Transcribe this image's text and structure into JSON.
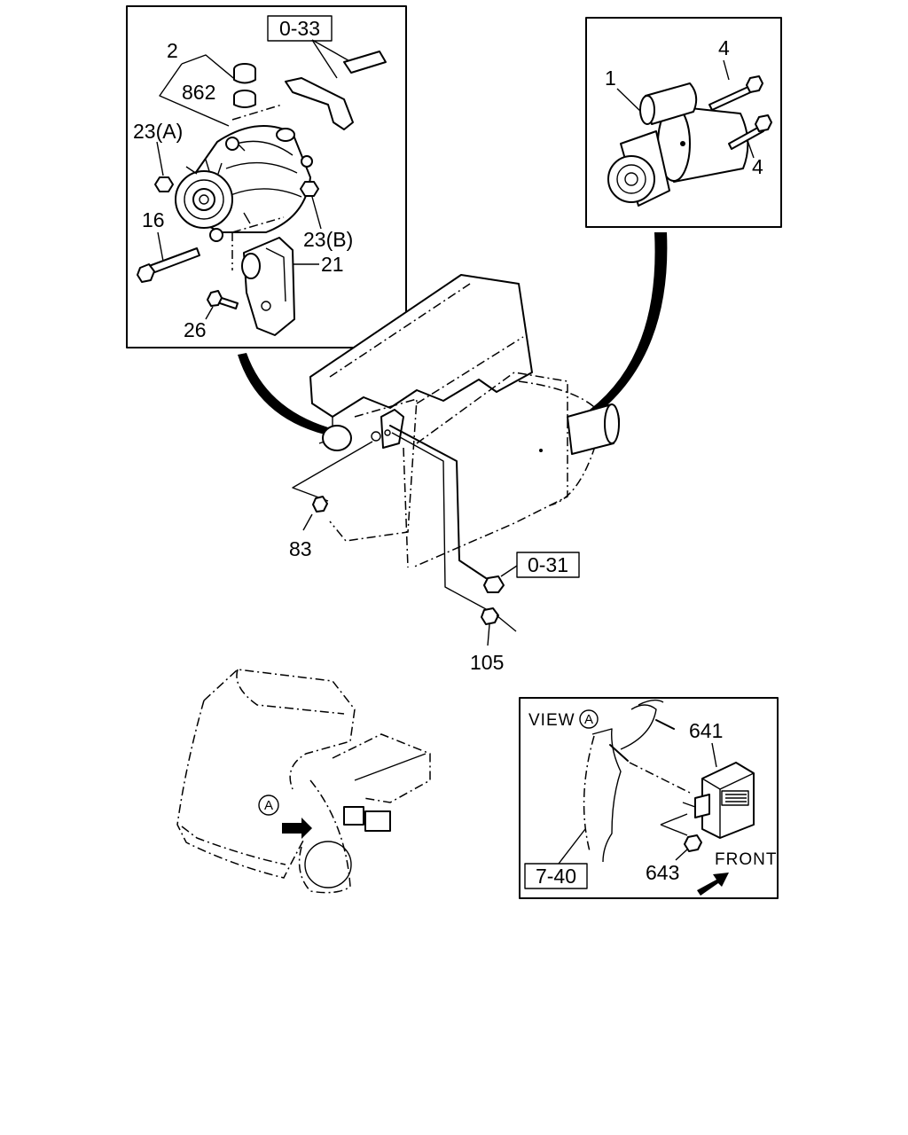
{
  "labels": {
    "ref_0_33": "0-33",
    "p2": "2",
    "p862": "862",
    "p23a": "23(A)",
    "p16": "16",
    "p23b": "23(B)",
    "p21": "21",
    "p26": "26",
    "p1": "1",
    "p4_top": "4",
    "p4_bottom": "4",
    "p83": "83",
    "ref_0_31": "0-31",
    "p105": "105",
    "view_a": "VIEW",
    "circle_a": "A",
    "truck_circle_a": "A",
    "p641": "641",
    "p643": "643",
    "front": "FRONT",
    "ref_7_40": "7-40"
  }
}
